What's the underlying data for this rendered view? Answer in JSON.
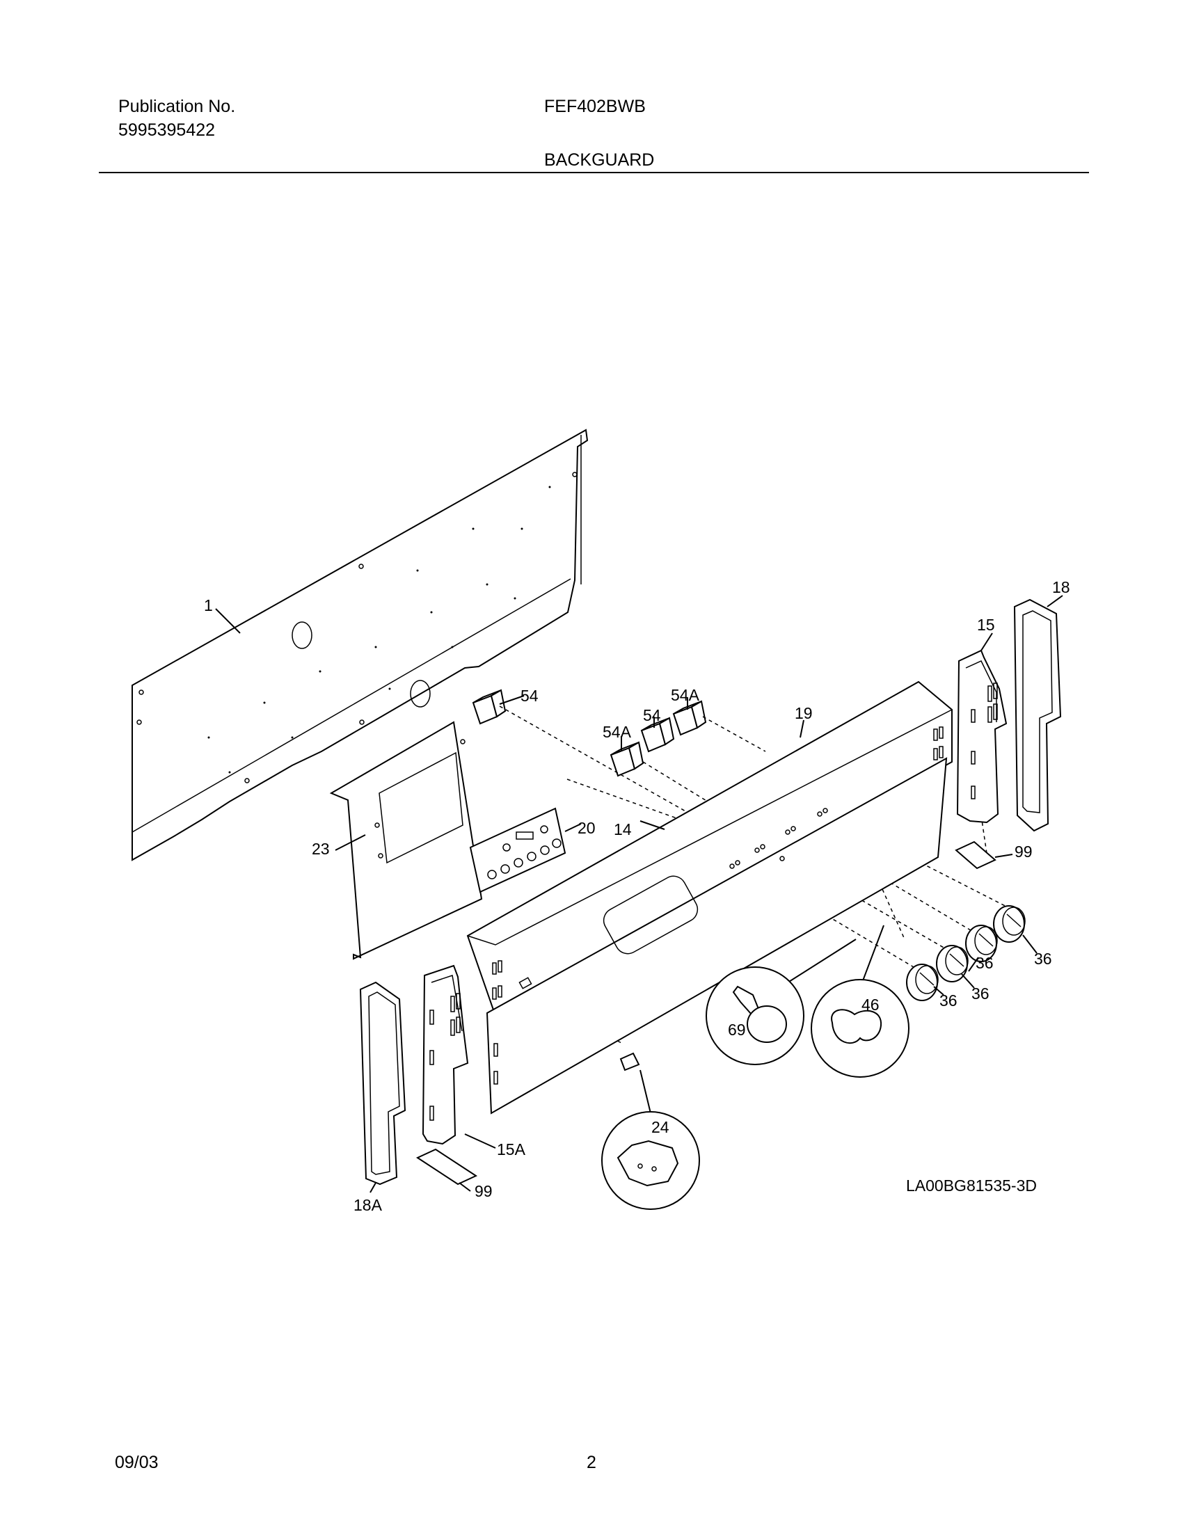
{
  "header": {
    "publication_label": "Publication No.",
    "publication_number": "5995395422",
    "model": "FEF402BWB",
    "section": "BACKGUARD"
  },
  "diagram": {
    "part_labels": {
      "p1": "1",
      "p14": "14",
      "p15": "15",
      "p15a": "15A",
      "p18": "18",
      "p18a": "18A",
      "p19": "19",
      "p20": "20",
      "p23": "23",
      "p24": "24",
      "p36": "36",
      "p46": "46",
      "p54": "54",
      "p54a": "54A",
      "p69": "69",
      "p99": "99"
    },
    "drawing_code": "LA00BG81535-3D"
  },
  "footer": {
    "date": "09/03",
    "page": "2"
  }
}
